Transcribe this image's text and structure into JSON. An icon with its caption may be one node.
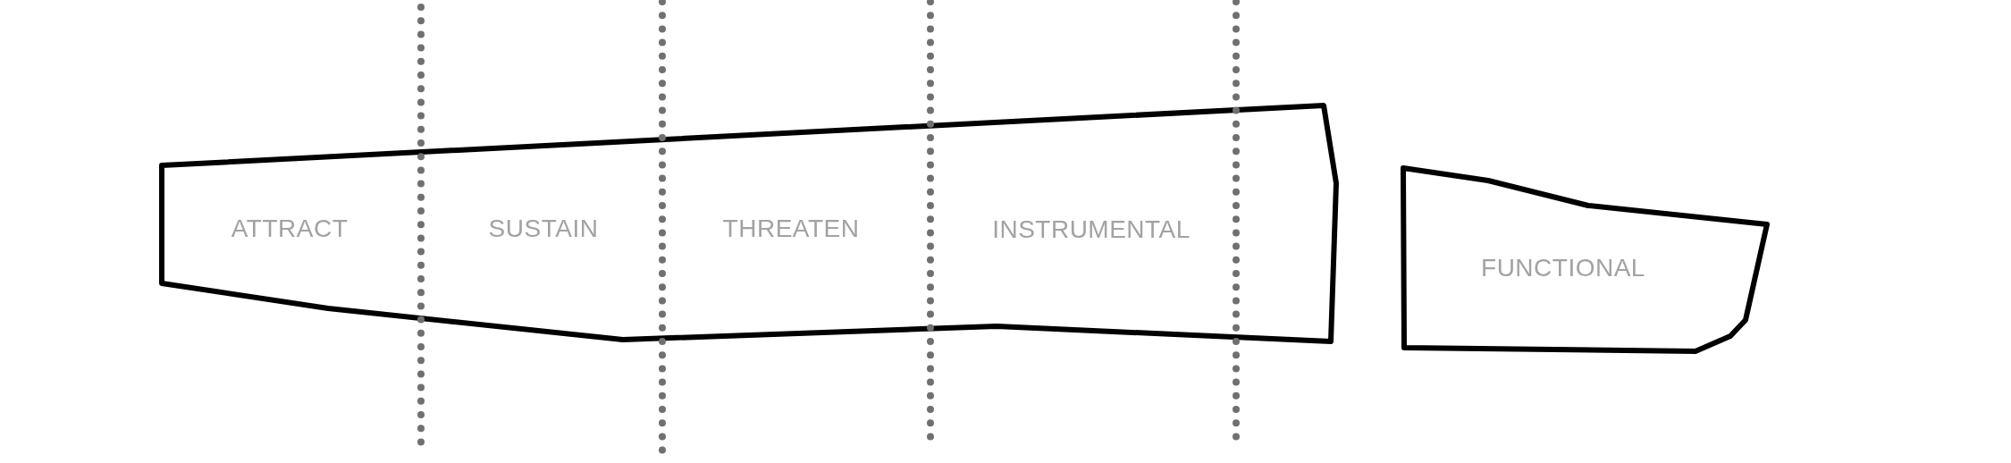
{
  "diagram": {
    "nodes": [
      {
        "text": [
          "ATTRACT",
          "SUSTAIN",
          "THREATEN",
          "INSTRUMENTAL"
        ]
      },
      {
        "text": [
          "FUNCTIONAL"
        ]
      }
    ]
  }
}
